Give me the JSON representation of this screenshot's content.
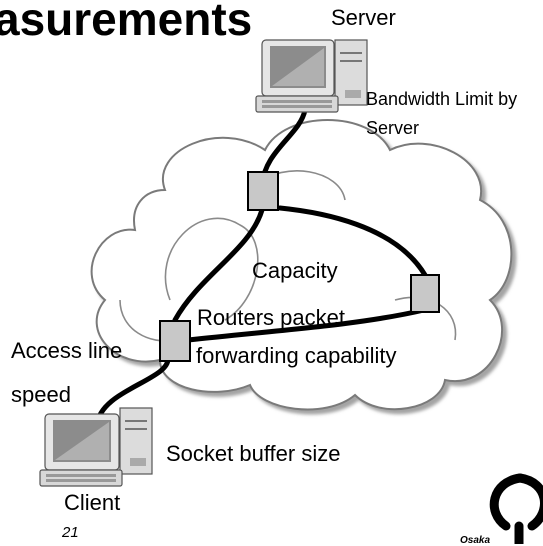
{
  "slide": {
    "title": "asurements",
    "page_number": "21",
    "logo_text": "Osaka"
  },
  "diagram": {
    "server_label": "Server",
    "bandwidth_label_line1": "Bandwidth Limit by",
    "bandwidth_label_line2": "Server",
    "capacity_label": "Capacity",
    "routers_label_line1": "Routers packet",
    "routers_label_line2": "forwarding capability",
    "access_label_line1": "Access line",
    "access_label_line2": "speed",
    "socket_label": "Socket buffer size",
    "client_label": "Client"
  }
}
